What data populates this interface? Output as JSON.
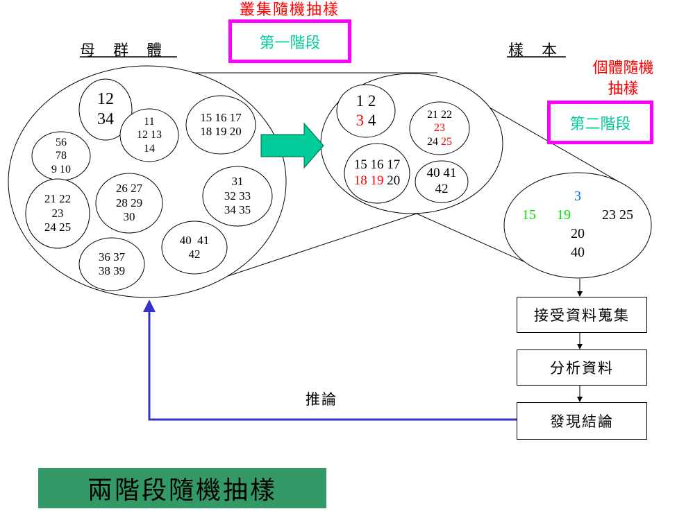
{
  "title_population": "母　群　體",
  "title_sample": "樣　本",
  "stage1": {
    "method": "叢集隨機抽樣",
    "label": "第一階段"
  },
  "stage2": {
    "method_line1": "個體隨機",
    "method_line2": "抽樣",
    "label": "第二階段"
  },
  "population_clusters": [
    [
      [
        {
          "t": "12",
          "c": "k"
        }
      ],
      [
        {
          "t": "34",
          "c": "k"
        }
      ]
    ],
    [
      [
        {
          "t": "11",
          "c": "k"
        }
      ],
      [
        {
          "t": "12 13",
          "c": "k"
        }
      ],
      [
        {
          "t": "14",
          "c": "k"
        }
      ]
    ],
    [
      [
        {
          "t": "15 16 17",
          "c": "k"
        }
      ],
      [
        {
          "t": "18 19 20",
          "c": "k"
        }
      ]
    ],
    [
      [
        {
          "t": "56",
          "c": "k"
        }
      ],
      [
        {
          "t": "78",
          "c": "k"
        }
      ],
      [
        {
          "t": "9 10",
          "c": "k"
        }
      ]
    ],
    [
      [
        {
          "t": "21 22",
          "c": "k"
        }
      ],
      [
        {
          "t": "23",
          "c": "k"
        }
      ],
      [
        {
          "t": "24 25",
          "c": "k"
        }
      ]
    ],
    [
      [
        {
          "t": "26 27",
          "c": "k"
        }
      ],
      [
        {
          "t": "28 29",
          "c": "k"
        }
      ],
      [
        {
          "t": "30",
          "c": "k"
        }
      ]
    ],
    [
      [
        {
          "t": "31",
          "c": "k"
        }
      ],
      [
        {
          "t": "32 33",
          "c": "k"
        }
      ],
      [
        {
          "t": "34 35",
          "c": "k"
        }
      ]
    ],
    [
      [
        {
          "t": "40  41",
          "c": "k"
        }
      ],
      [
        {
          "t": "42",
          "c": "k"
        }
      ]
    ],
    [
      [
        {
          "t": "36 37",
          "c": "k"
        }
      ],
      [
        {
          "t": "38 39",
          "c": "k"
        }
      ]
    ]
  ],
  "selected_clusters": [
    [
      [
        {
          "t": "1 2",
          "c": "k"
        }
      ],
      [
        {
          "t": "3",
          "c": "r"
        },
        {
          "t": " 4",
          "c": "k"
        }
      ]
    ],
    [
      [
        {
          "t": "21 22",
          "c": "k"
        }
      ],
      [
        {
          "t": "23",
          "c": "r"
        }
      ],
      [
        {
          "t": "24 ",
          "c": "k"
        },
        {
          "t": "25",
          "c": "r"
        }
      ]
    ],
    [
      [
        {
          "t": "15 16 17",
          "c": "k"
        }
      ],
      [
        {
          "t": "18 19",
          "c": "r"
        },
        {
          "t": " 20",
          "c": "k"
        }
      ]
    ],
    [
      [
        {
          "t": "40 41",
          "c": "k"
        }
      ],
      [
        {
          "t": "42",
          "c": "k"
        }
      ]
    ]
  ],
  "sample": {
    "a": "3",
    "b": "15",
    "c": "19",
    "d": "23  25",
    "e": "20",
    "f": "40"
  },
  "flow": [
    "接受資料蒐集",
    "分析資料",
    "發現結論"
  ],
  "inference_label": "推論",
  "banner": "兩階段隨機抽樣",
  "colors": {
    "k": "#000000",
    "r": "#ff0000",
    "g": "#00dd00",
    "b": "#0066ff",
    "magenta": "#ff00ff",
    "teal": "#00cc99",
    "banner": "#339966",
    "flow_arrow": "#3333cc"
  }
}
